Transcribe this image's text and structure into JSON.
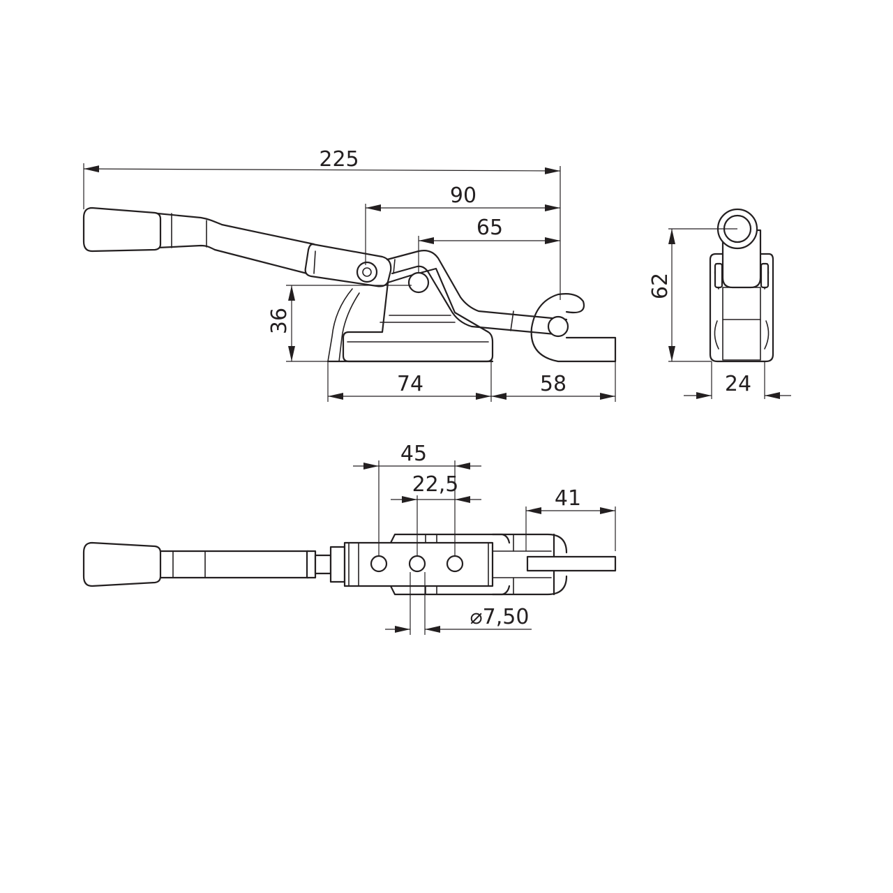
{
  "dimensions": {
    "side_view": {
      "overall_length": "225",
      "pivot_to_end": "90",
      "base_pivot_to_end": "65",
      "height": "36",
      "base_length": "74",
      "tongue_length": "58"
    },
    "end_view": {
      "height": "62",
      "width": "24"
    },
    "top_view": {
      "outer_hole_spacing": "45",
      "inner_hole_spacing": "22,5",
      "tongue_length": "41",
      "hole_diameter": "⌀7,50"
    }
  },
  "colors": {
    "line": "#231f20",
    "background": "#ffffff"
  }
}
